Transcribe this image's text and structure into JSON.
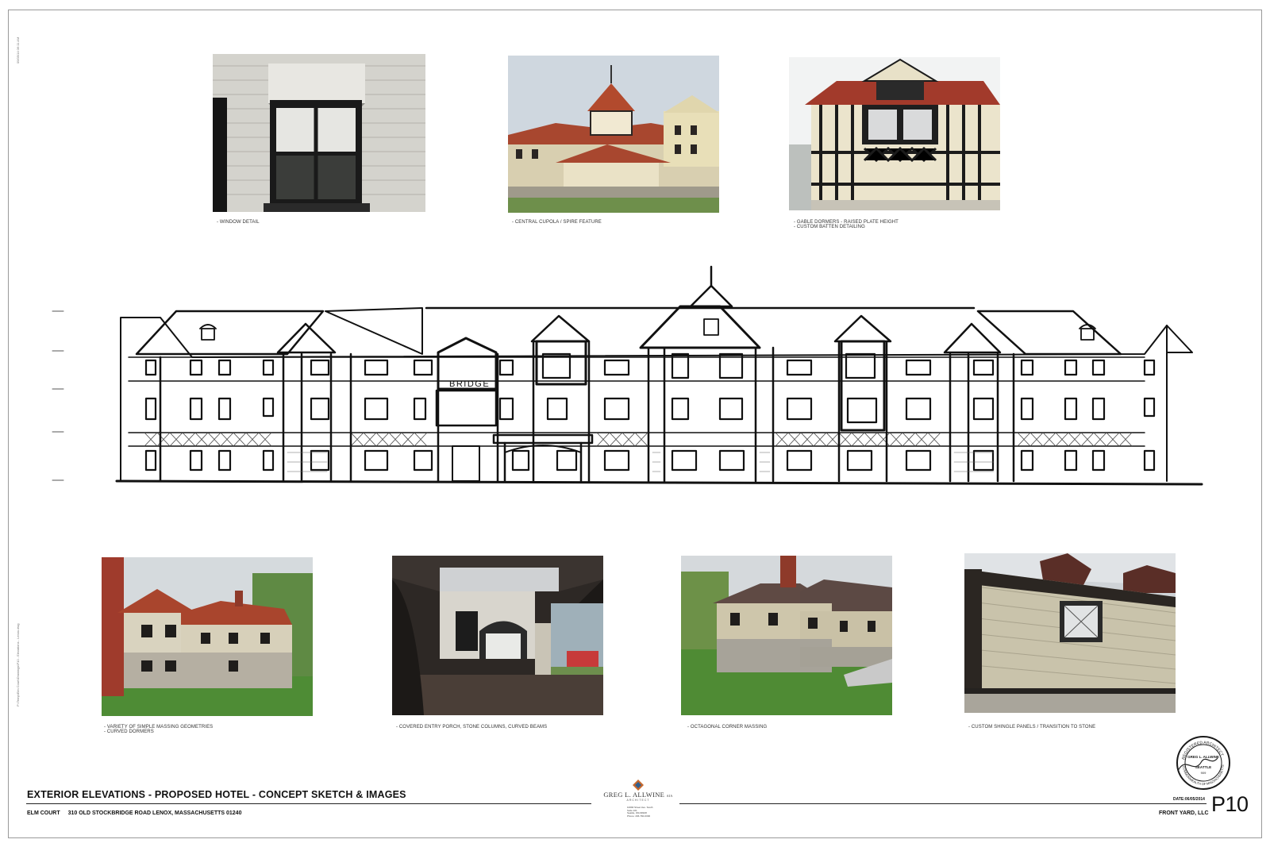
{
  "captions": {
    "window": "- WINDOW DETAIL",
    "cupola": "- CENTRAL CUPOLA / SPIRE FEATURE",
    "gable_1": "- GABLE DORMERS - RAISED PLATE HEIGHT",
    "gable_2": "- CUSTOM BATTEN DETAILING",
    "massing_1": "- VARIETY OF  SIMPLE MASSING GEOMETRIES",
    "massing_2": "- CURVED DORMERS",
    "porch": "- COVERED ENTRY PORCH, STONE COLUMNS, CURVED BEAMS",
    "corner": "- OCTAGONAL CORNER MASSING",
    "shingle": "- CUSTOM SHINGLE PANELS / TRANSITION TO STONE"
  },
  "sketch": {
    "sign": "BRIDGE"
  },
  "title_block": {
    "title": "EXTERIOR ELEVATIONS - PROPOSED HOTEL - CONCEPT SKETCH & IMAGES",
    "project": "ELM COURT",
    "address": "310 OLD STOCKBRIDGE ROAD  LENOX,  MASSACHUSETTS 01240",
    "firm": "GREG L. ALLWINE",
    "firm_suffix": "AIA",
    "firm_sub": "ARCHITECT",
    "firm_address": [
      "10090 Street Ave. South",
      "Suite 101",
      "Seattle, WA 98108",
      "Phone: 206-760-0300"
    ],
    "date": "DATE:06/05/2014",
    "owner": "FRONT YARD, LLC",
    "sheet": "P10"
  },
  "seal": {
    "top": "REGISTERED ARCHITECT",
    "name": "GREG L. ALLWINE",
    "city": "SEATTLE",
    "number": "909",
    "bottom": "COMMONWEALTH OF MASSACHUSETTS"
  },
  "colors": {
    "roof_red": "#a9452d",
    "shingle": "#c9c2ad",
    "stone": "#b5afa2",
    "grass": "#4e8c35",
    "sky": "#d9dde1",
    "trim": "#1e1b19"
  }
}
